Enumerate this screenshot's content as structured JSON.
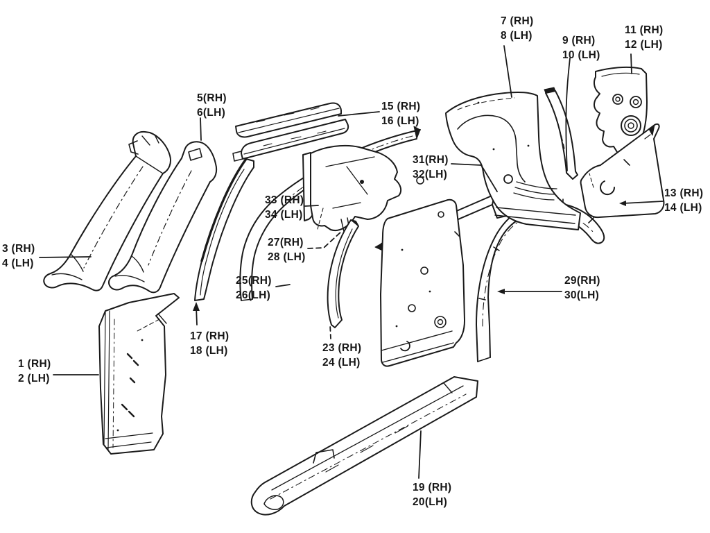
{
  "figure": {
    "colors": {
      "ink": "#1a1a1a",
      "background": "#ffffff"
    }
  },
  "callouts": [
    {
      "id": "7-8",
      "line1": "7 (RH)",
      "line2": "8 (LH)"
    },
    {
      "id": "9-10",
      "line1": "9 (RH)",
      "line2": "10 (LH)"
    },
    {
      "id": "11-12",
      "line1": "11 (RH)",
      "line2": "12 (LH)"
    },
    {
      "id": "5-6",
      "line1": "5(RH)",
      "line2": "6(LH)"
    },
    {
      "id": "15-16",
      "line1": "15 (RH)",
      "line2": "16 (LH)"
    },
    {
      "id": "31-32",
      "line1": "31(RH)",
      "line2": "32(LH)"
    },
    {
      "id": "33-34",
      "line1": "33 (RH)",
      "line2": "34 (LH)"
    },
    {
      "id": "27-28",
      "line1": "27(RH)",
      "line2": "28 (LH)"
    },
    {
      "id": "25-26",
      "line1": "25(RH)",
      "line2": "26(LH)"
    },
    {
      "id": "3-4",
      "line1": "3 (RH)",
      "line2": "4 (LH)"
    },
    {
      "id": "1-2",
      "line1": "1 (RH)",
      "line2": "2 (LH)"
    },
    {
      "id": "17-18",
      "line1": "17 (RH)",
      "line2": "18 (LH)"
    },
    {
      "id": "23-24",
      "line1": "23 (RH)",
      "line2": "24 (LH)"
    },
    {
      "id": "19-20",
      "line1": "19 (RH)",
      "line2": "20(LH)"
    },
    {
      "id": "13-14",
      "line1": "13 (RH)",
      "line2": "14 (LH)"
    },
    {
      "id": "29-30",
      "line1": "29(RH)",
      "line2": "30(LH)"
    }
  ]
}
